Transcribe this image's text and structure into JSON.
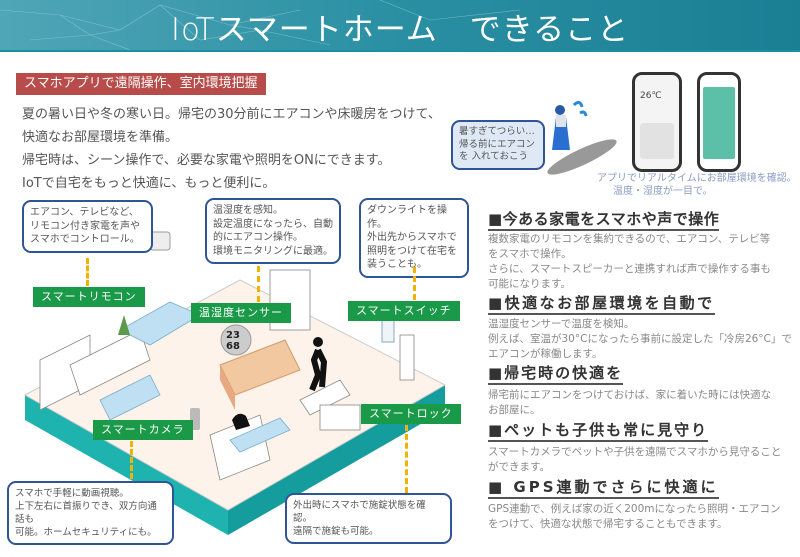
{
  "header": {
    "title": "IoTスマートホーム　できること"
  },
  "intro": {
    "label": "スマホアプリで遠隔操作、室内環境把握",
    "lines": [
      "夏の暑い日や冬の寒い日。帰宅の30分前にエアコンや床暖房をつけて、",
      "快適なお部屋環境を準備。",
      "帰宅時は、シーン操作で、必要な家電や照明をONにできます。",
      "IoTで自宅をもっと快適に、もっと便利に。"
    ]
  },
  "illustration": {
    "speech": [
      "暑すぎてつらい…",
      "帰る前にエアコン",
      "を 入れておこう"
    ],
    "phone_temp": "26℃",
    "caption": [
      "アプリでリアルタイムにお部屋環境を確認。",
      "温度・湿度が一目で。"
    ],
    "sensor_temp": "23",
    "sensor_humidity": "68"
  },
  "callouts": {
    "remote": {
      "label": "スマートリモコン",
      "text": [
        "エアコン、テレビなど、",
        "リモコン付き家電を声や",
        "スマホでコントロール。"
      ]
    },
    "sensor": {
      "label": "温湿度センサー",
      "text": [
        "温湿度を感知。",
        "設定温度になったら、自動",
        "的にエアコン操作。",
        "環境モニタリングに最適。"
      ]
    },
    "switch": {
      "label": "スマートスイッチ",
      "text": [
        "ダウンライトを操作。",
        "外出先からスマホで",
        "照明をつけて在宅を",
        "装うことも。"
      ]
    },
    "camera": {
      "label": "スマートカメラ",
      "text": [
        "スマホで手軽に動画視聴。",
        "上下左右に首振りでき、双方向通話も",
        "可能。ホームセキュリティにも。"
      ]
    },
    "lock": {
      "label": "スマートロック",
      "text": [
        "外出時にスマホで施錠状態を確認。",
        "遠隔で施錠も可能。"
      ]
    }
  },
  "features": [
    {
      "heading": "■今ある家電をスマホや声で操作",
      "text": [
        "複数家電のリモコンを集約できるので、エアコン、テレビ等",
        "をスマホで操作。",
        "さらに、スマートスピーカーと連携すれば声で操作する事も",
        "可能になります。"
      ]
    },
    {
      "heading": "■快適なお部屋環境を自動で",
      "text": [
        "温湿度センサーで温度を検知。",
        "例えば、室温が30°Cになったら事前に設定した「冷房26°C」で",
        "エアコンが稼働します。"
      ]
    },
    {
      "heading": "■帰宅時の快適を",
      "text": [
        "帰宅前にエアコンをつけておけば、家に着いた時には快適な",
        "お部屋に。"
      ]
    },
    {
      "heading": "■ペットも子供も常に見守り",
      "text": [
        "スマートカメラでペットや子供を遠隔でスマホから見守ること",
        "ができます。"
      ]
    },
    {
      "heading": "■ GPS連動でさらに快適に",
      "text": [
        "GPS連動で、例えば家の近く200mになったら照明・エアコン",
        "をつけて、快適な状態で帰宅することもできます。"
      ]
    }
  ],
  "colors": {
    "header": "#2a8fa3",
    "label_red": "#b84c4a",
    "label_green": "#1a9a48",
    "bubble_border": "#2f5597",
    "dash": "#f0b400"
  }
}
